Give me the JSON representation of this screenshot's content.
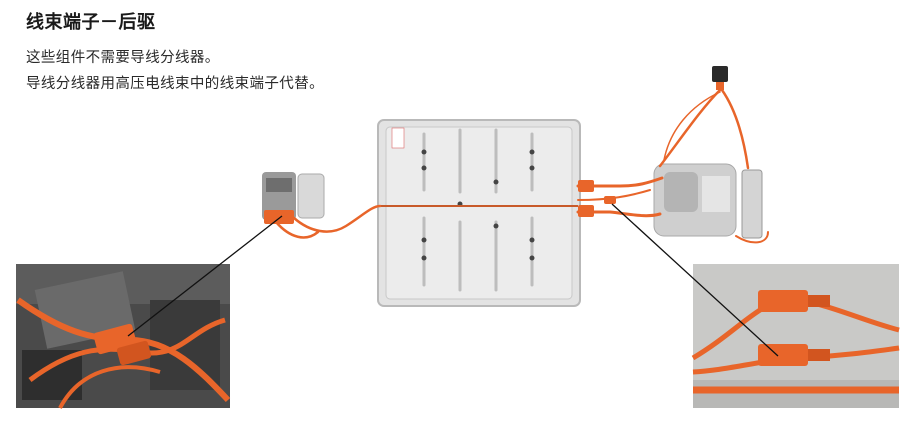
{
  "page": {
    "title": "线束端子－后驱",
    "lines": [
      "这些组件不需要导线分线器。",
      "导线分线器用高压电线束中的线束端子代替。"
    ]
  },
  "colors": {
    "cable_orange": "#e8652a",
    "battery_silver": "#e3e3e3",
    "leader_line": "#111111"
  }
}
